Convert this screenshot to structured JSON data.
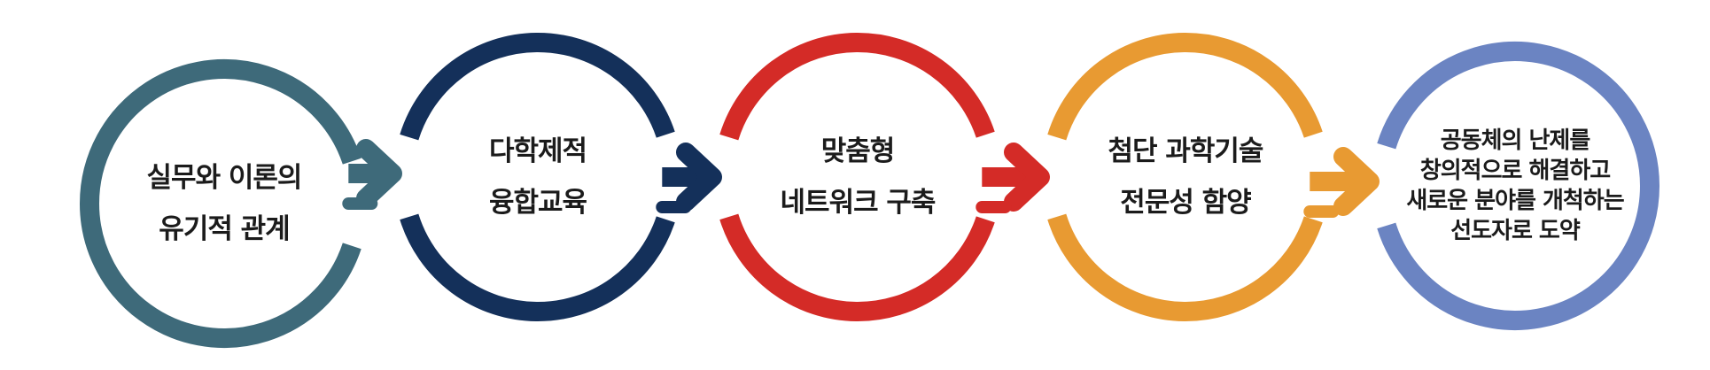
{
  "steps": [
    {
      "lines": [
        "실무와 이론의",
        "유기적 관계"
      ],
      "color": "#3e6a7a"
    },
    {
      "lines": [
        "다학제적",
        "융합교육"
      ],
      "color": "#14305a"
    },
    {
      "lines": [
        "맞춤형",
        "네트워크 구축"
      ],
      "color": "#d42b27"
    },
    {
      "lines": [
        "첨단 과학기술",
        "전문성 함양"
      ],
      "color": "#e89a32"
    },
    {
      "lines": [
        "공동체의 난제를",
        "창의적으로 해결하고",
        "새로운 분야를 개척하는",
        "선도자로 도약"
      ],
      "color": "#6b84c2"
    }
  ]
}
